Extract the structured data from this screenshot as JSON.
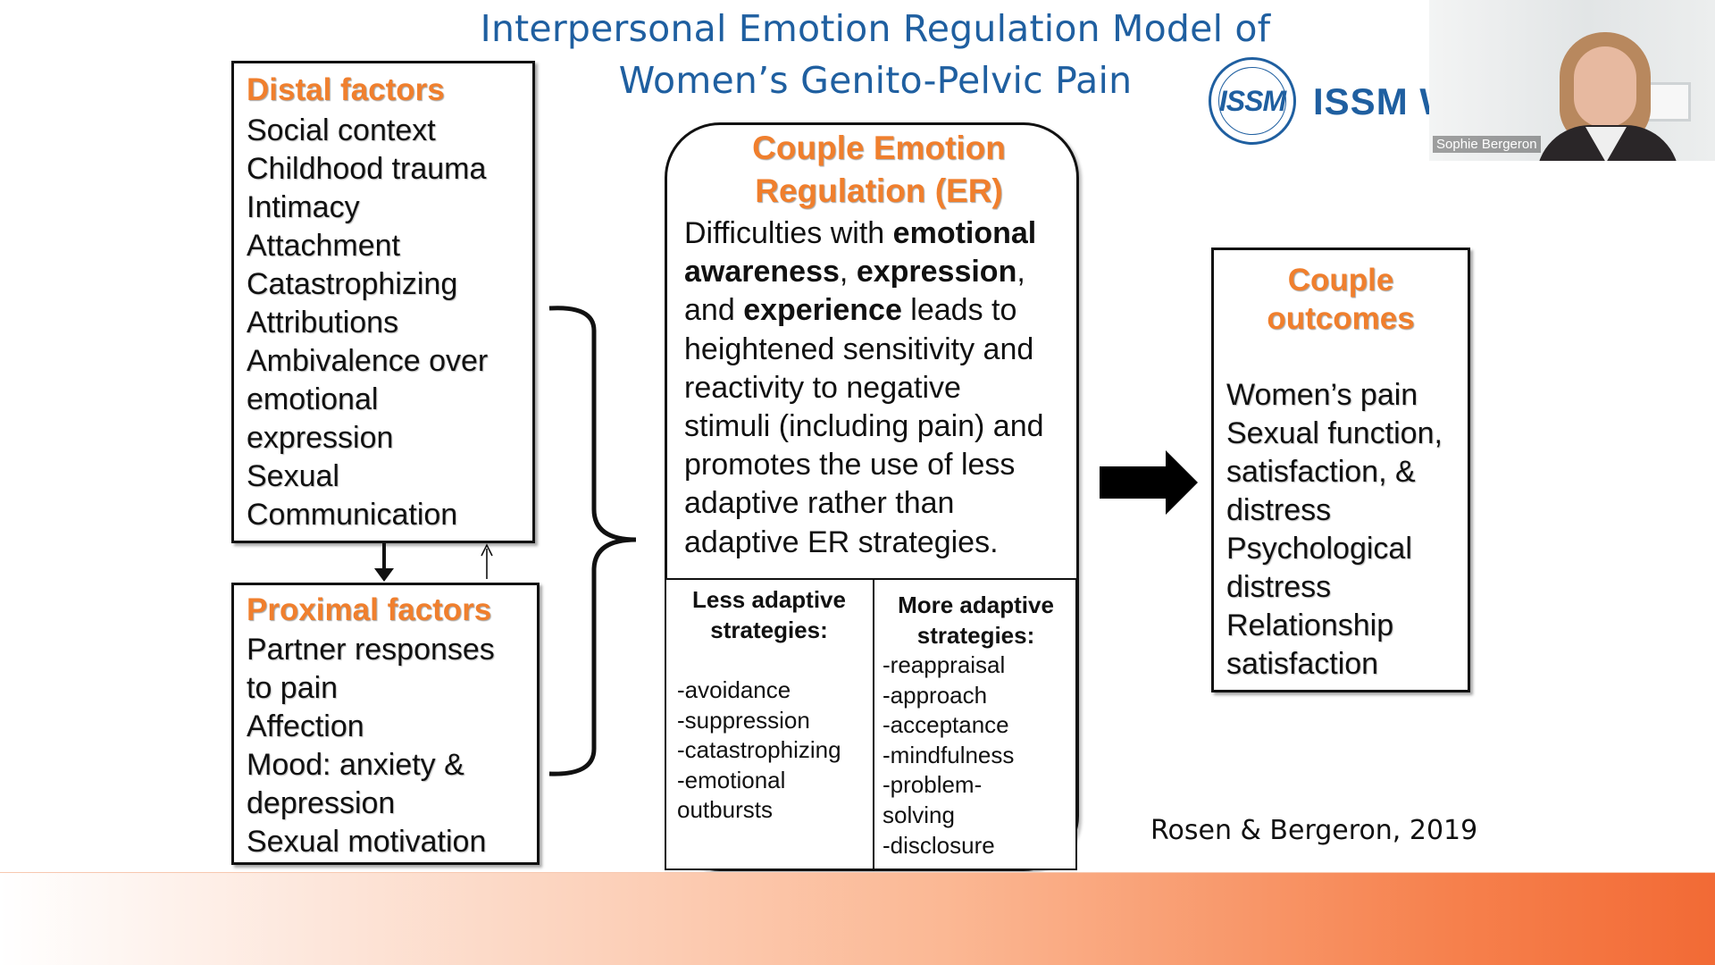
{
  "title": {
    "line1": "Interpersonal Emotion Regulation Model of",
    "line2": "Women’s Genito-Pelvic Pain"
  },
  "logo": {
    "mark": "ISSM",
    "word": "ISSM W"
  },
  "video": {
    "participant_name": "Sophie Bergeron"
  },
  "distal": {
    "heading": "Distal factors",
    "items": [
      "Social context",
      "Childhood trauma",
      "Intimacy",
      "Attachment",
      "Catastrophizing",
      "Attributions",
      "Ambivalence over",
      "emotional",
      "expression",
      "Sexual",
      "Communication"
    ]
  },
  "proximal": {
    "heading": "Proximal factors",
    "items": [
      "Partner responses",
      "to pain",
      "Affection",
      "Mood: anxiety &",
      "depression",
      "Sexual motivation"
    ]
  },
  "couple_er": {
    "title_line1": "Couple Emotion",
    "title_line2": "Regulation (ER)",
    "desc": {
      "l1a": "Difficulties with ",
      "l1b": "emotional",
      "l2a": "awareness",
      "l2b": ", ",
      "l2c": "expression",
      "l2d": ",",
      "l3a": "and ",
      "l3b": "experience",
      "l3c": " leads to",
      "l4": "heightened sensitivity and",
      "l5": "reactivity to negative",
      "l6": "stimuli (including pain) and",
      "l7": "promotes the use of less",
      "l8": "adaptive rather than",
      "l9": "adaptive ER strategies."
    },
    "less_adaptive": {
      "heading_line1": "Less adaptive",
      "heading_line2": "strategies:",
      "items": [
        "-avoidance",
        "-suppression",
        "-catastrophizing",
        "-emotional",
        "outbursts"
      ]
    },
    "more_adaptive": {
      "heading_line1": "More adaptive",
      "heading_line2": "strategies:",
      "items": [
        "-reappraisal",
        "-approach",
        "-acceptance",
        "-mindfulness",
        "-problem-",
        "solving",
        "-disclosure"
      ]
    }
  },
  "outcomes": {
    "heading_line1": "Couple",
    "heading_line2": "outcomes",
    "items": [
      "Women’s pain",
      "Sexual function,",
      "satisfaction, &",
      "distress",
      "Psychological",
      "distress",
      "Relationship",
      "satisfaction"
    ]
  },
  "citation": "Rosen & Bergeron, 2019",
  "colors": {
    "title_blue": "#1f5fa0",
    "heading_orange": "#f07f2d",
    "footer_orange": "#f26a35"
  }
}
